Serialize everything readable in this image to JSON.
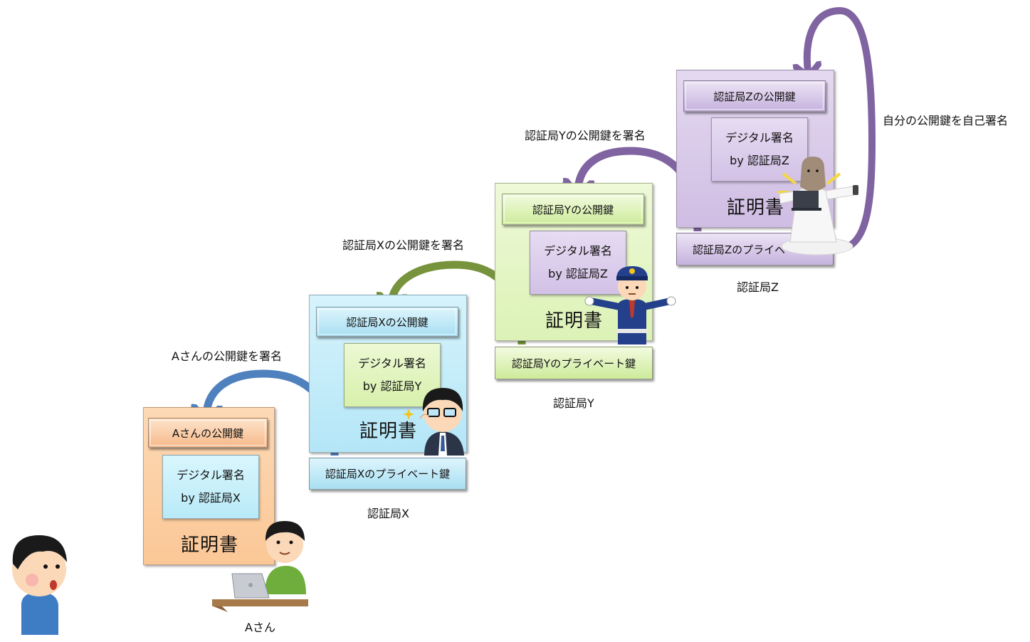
{
  "colors": {
    "orange": "#fdd9b5",
    "blue": "#c5ecf8",
    "green": "#e6f6c8",
    "purple": "#dccdea",
    "arrow_blue": "#4e81bd",
    "arrow_green": "#77933c",
    "arrow_purple": "#8064a2"
  },
  "certs": {
    "a": {
      "public_key": "Aさんの公開鍵",
      "sig_line1": "デジタル署名",
      "sig_line2": "by 認証局X",
      "title": "証明書",
      "owner": "Aさん"
    },
    "x": {
      "public_key": "認証局Xの公開鍵",
      "sig_line1": "デジタル署名",
      "sig_line2": "by 認証局Y",
      "title": "証明書",
      "private_key": "認証局Xのプライベート鍵",
      "owner": "認証局X"
    },
    "y": {
      "public_key": "認証局Yの公開鍵",
      "sig_line1": "デジタル署名",
      "sig_line2": "by 認証局Z",
      "title": "証明書",
      "private_key": "認証局Yのプライベート鍵",
      "owner": "認証局Y"
    },
    "z": {
      "public_key": "認証局Zの公開鍵",
      "sig_line1": "デジタル署名",
      "sig_line2": "by 認証局Z",
      "title": "証明書",
      "private_key": "認証局Zのプライベート鍵",
      "owner": "認証局Z"
    }
  },
  "arrows": {
    "x_signs_a": "Aさんの公開鍵を署名",
    "y_signs_x": "認証局Xの公開鍵を署名",
    "z_signs_y": "認証局Yの公開鍵を署名",
    "z_self_sign": "自分の公開鍵を自己署名"
  },
  "illustrations": [
    "surprised-boy-icon",
    "man-at-laptop-icon",
    "businessman-glasses-icon",
    "police-officer-icon",
    "god-with-laptop-icon"
  ]
}
